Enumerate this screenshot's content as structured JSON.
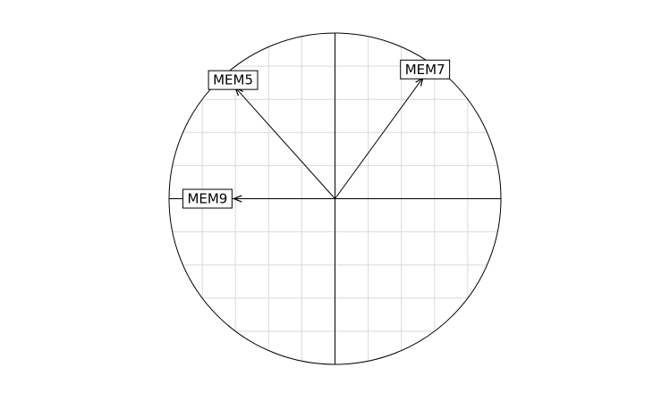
{
  "chart_data": {
    "type": "correlation-circle",
    "title": "",
    "xlabel": "",
    "ylabel": "",
    "xlim": [
      -1,
      1
    ],
    "ylim": [
      -1,
      1
    ],
    "grid": true,
    "grid_step": 0.2,
    "arrows": [
      {
        "label": "MEM5",
        "x": -0.6,
        "y": 0.67
      },
      {
        "label": "MEM7",
        "x": 0.53,
        "y": 0.73
      },
      {
        "label": "MEM9",
        "x": -0.61,
        "y": 0.0
      }
    ]
  },
  "colors": {
    "grid": "#d9d9d9",
    "axis": "#000000",
    "circle": "#000000",
    "arrow": "#000000",
    "label_border": "#000000",
    "label_bg": "#ffffff"
  }
}
